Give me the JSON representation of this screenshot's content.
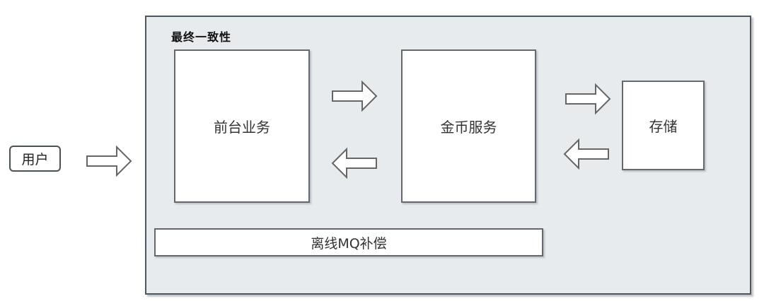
{
  "diagram": {
    "title": "最终一致性",
    "nodes": {
      "user": {
        "label": "用户"
      },
      "frontend": {
        "label": "前台业务"
      },
      "coin_service": {
        "label": "金币服务"
      },
      "storage": {
        "label": "存储"
      },
      "mq_compensation": {
        "label": "离线MQ补偿"
      }
    },
    "arrows": [
      {
        "name": "user-to-group",
        "direction": "right"
      },
      {
        "name": "frontend-to-coin",
        "direction": "right"
      },
      {
        "name": "coin-to-frontend",
        "direction": "left"
      },
      {
        "name": "coin-to-storage",
        "direction": "right"
      },
      {
        "name": "storage-to-coin",
        "direction": "left"
      }
    ],
    "colors": {
      "page_background": "#ffffff",
      "group_fill": "#e8ebee",
      "group_border": "#4e575d",
      "node_fill": "#ffffff",
      "node_border": "#63696e",
      "arrow_fill": "#ffffff",
      "arrow_stroke": "#666666",
      "label_text": "#333333",
      "title_text": "#111111"
    }
  }
}
